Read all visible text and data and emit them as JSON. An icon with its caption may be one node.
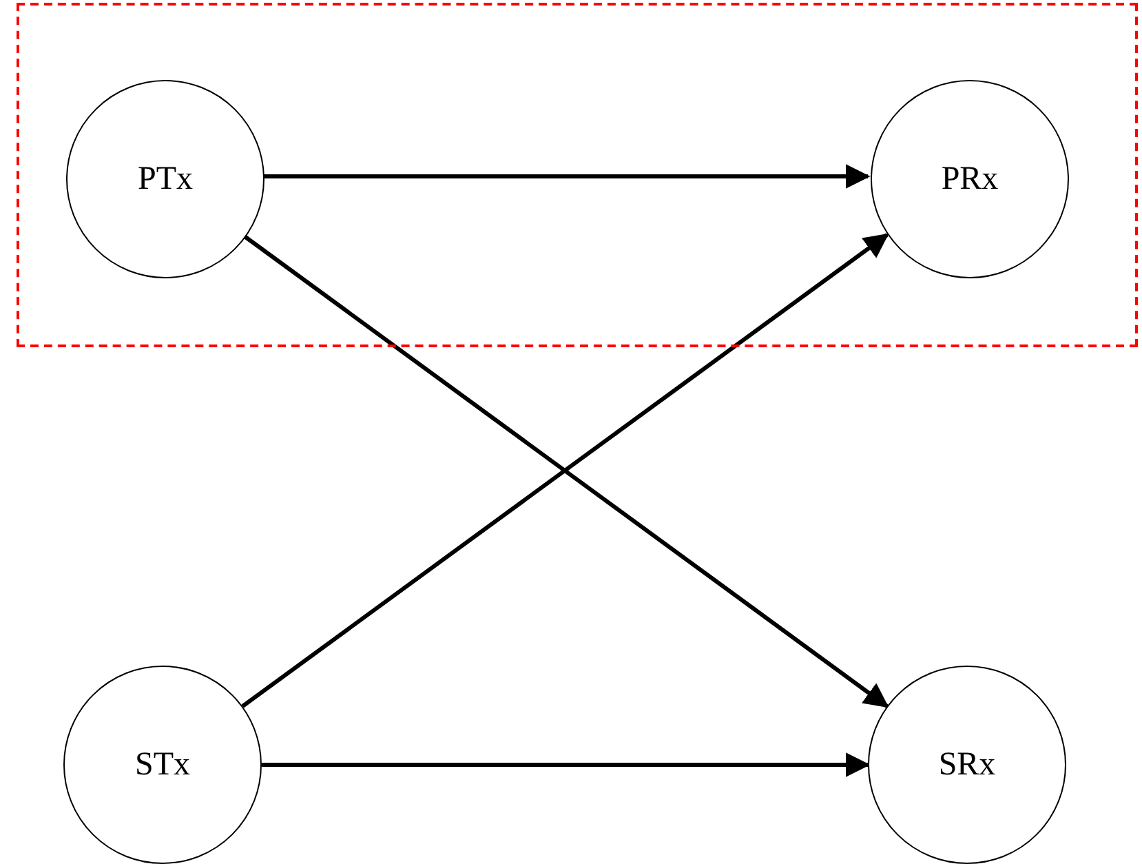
{
  "diagram": {
    "nodes": [
      {
        "text": [],
        "shape": "box"
      },
      {
        "text": [
          "PTx"
        ],
        "in": 0
      },
      {
        "text": [
          "PRx"
        ],
        "in": 0
      },
      {
        "text": [
          "STx"
        ]
      },
      {
        "text": [
          "SRx"
        ]
      }
    ],
    "edges": [
      {
        "from": 1,
        "to": 2,
        "arrow": "to"
      },
      {
        "from": 1,
        "to": 4,
        "arrow": "to"
      },
      {
        "from": 3,
        "to": 2,
        "arrow": "to"
      },
      {
        "from": 3,
        "to": 4,
        "arrow": "to"
      }
    ]
  }
}
